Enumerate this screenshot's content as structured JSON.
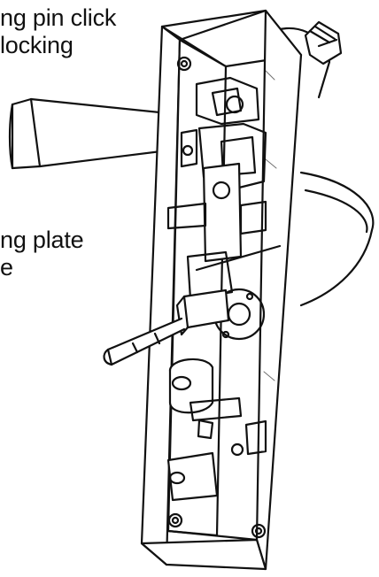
{
  "callouts": {
    "top": {
      "line1": "ng pin click",
      "line2": "locking"
    },
    "middle": {
      "line1": "ng plate",
      "line2": "e"
    }
  },
  "colors": {
    "ink": "#111111",
    "shade": "#d9d9d9",
    "paper": "#ffffff"
  },
  "icons": [
    "lock-housing-drawing",
    "handle-lever",
    "spindle",
    "locking-plate",
    "mounting-screw"
  ]
}
